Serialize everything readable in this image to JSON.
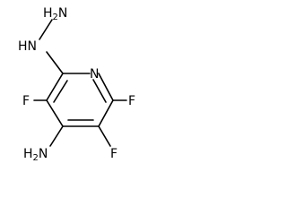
{
  "molecule": {
    "atoms": {
      "hydrazine_nh": "HN",
      "hydrazine_nh2": {
        "main": "H",
        "sub": "2",
        "tail": "N"
      },
      "ring_nitrogen": "N",
      "fluorine_left": "F",
      "fluorine_right": "F",
      "fluorine_bottom": "F",
      "amine": {
        "main": "H",
        "sub": "2",
        "tail": "N"
      }
    }
  }
}
